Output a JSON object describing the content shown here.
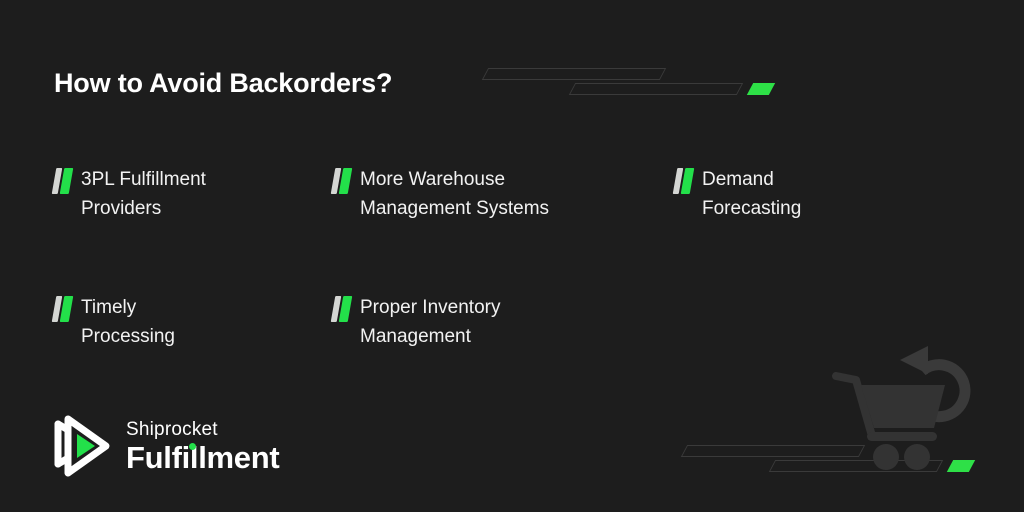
{
  "page": {
    "background_color": "#1d1d1d",
    "accent_color": "#2ee047",
    "text_color": "#ffffff",
    "deco_outline_color": "#3a3a3a",
    "cart_color": "#333333"
  },
  "header": {
    "title": "How to Avoid Backorders?"
  },
  "features": [
    {
      "label": "3PL Fulfillment\nProviders"
    },
    {
      "label": "More Warehouse\nManagement Systems"
    },
    {
      "label": "Demand\nForecasting"
    },
    {
      "label": "Timely\nProcessing"
    },
    {
      "label": "Proper Inventory\nManagement"
    }
  ],
  "logo": {
    "brand_top": "Shiprocket",
    "brand_bottom": "Fulfillment"
  }
}
